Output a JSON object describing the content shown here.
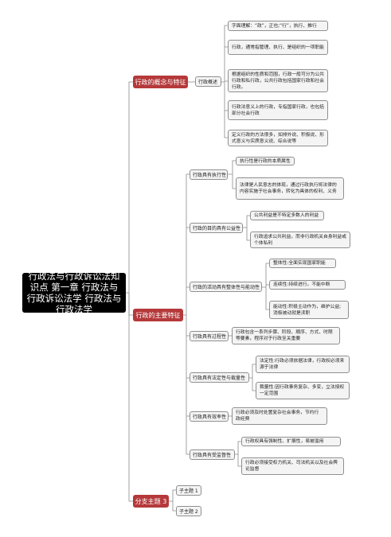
{
  "root": "行政法与行政诉讼法知识点 第一章 行政法与行政诉讼法学 行政法与行政法学",
  "main": [
    {
      "label": "行政的概念与特征"
    },
    {
      "label": "行政的主要特征"
    },
    {
      "label": "分支主题 3"
    }
  ],
  "concept": {
    "sub_label": "行政概述",
    "leaves": [
      "字面理解：“政”，正也;“行”，执行、推行",
      "行政，通常指管理、执行、是组织的一项职能",
      "根据组织的性质和范围，行政一般可分为公共行政和私行政，公共行政包括国家行政和社会行政。",
      "行政法意义上的行政，专指国家行政，也包括部分社会行政",
      "定义行政的方法很多，如排外说、积极说、形式意义与实质意义说、综合说等"
    ]
  },
  "features": [
    {
      "label": "行政具有执行性",
      "leaves": [
        "执行性是行政的本质属性",
        "法律是人民意志的体现，通过行政执行将法律的内容实施于社会事务，转化为具体的权利、义务"
      ]
    },
    {
      "label": "行政的目的具有公益性",
      "leaves": [
        "公共利益是不特定多数人的利益",
        "行政追求公共利益，而非行政机关自身利益或个体私利"
      ]
    },
    {
      "label": "行政的活动具有整体性与能动性",
      "leaves": [
        "整体性:全面实现国家职能",
        "连续性:持续进行，不能中断",
        "能动性:积极主动作为，维护公益;消极被动就是渎职"
      ]
    },
    {
      "label": "行政具有过程性",
      "leaves": [
        "行政包含一系列步骤、阶段、顺序、方式、时限等要素，程序对于行政至关重要"
      ]
    },
    {
      "label": "行政具有法定性与裁量性",
      "leaves": [
        "法定性:行政必须依据法律，行政权必须来源于法律",
        "裁量性:因行政事务复杂、多变，立法授权一定范围"
      ]
    },
    {
      "label": "行政具有效率性",
      "leaves": [
        "行政必须及时处置复杂社会事务，节约行政经费"
      ]
    },
    {
      "label": "行政具有受监督性",
      "leaves": [
        "行政权具有强制性、扩展性，易被滥用",
        "行政必须接受权力机关、司法机关以及社会舆论监督"
      ]
    }
  ],
  "branch3": {
    "children": [
      "子主题 1",
      "子主题 2"
    ]
  },
  "colors": {
    "main": "#b5393b",
    "root": "#000000",
    "line": "#8a8a8a"
  }
}
